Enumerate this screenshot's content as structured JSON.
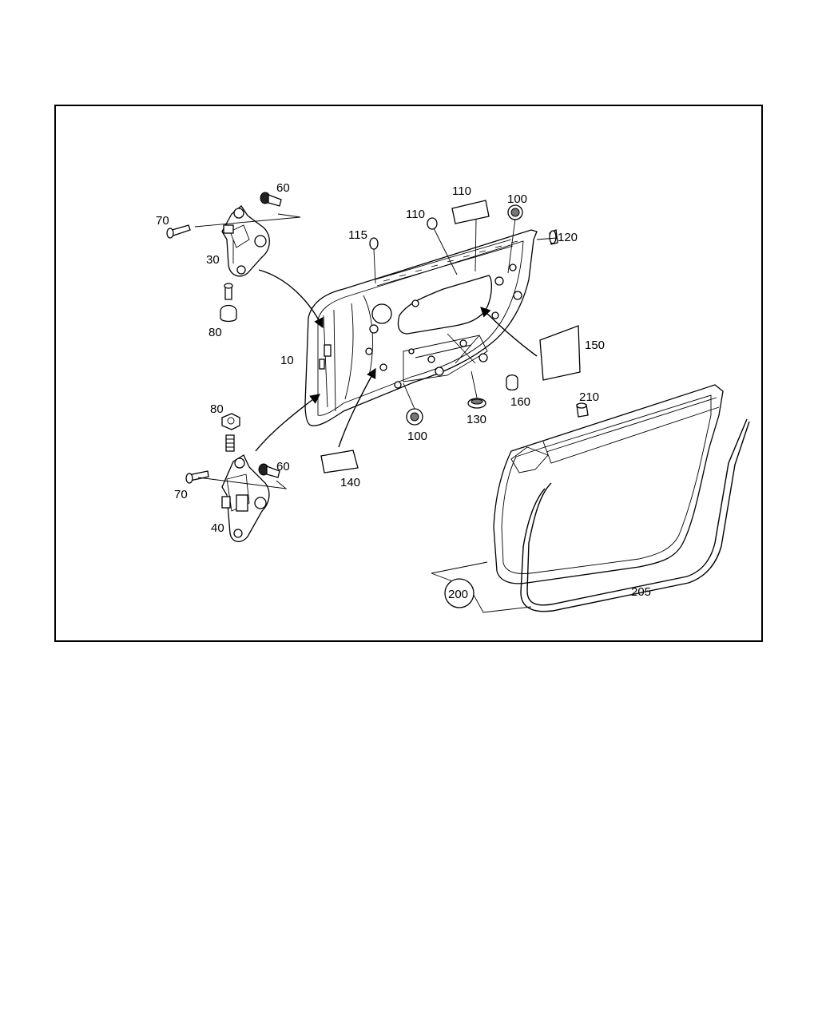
{
  "callouts": {
    "c10": "10",
    "c30": "30",
    "c40": "40",
    "c60_top": "60",
    "c60_bot": "60",
    "c70_top": "70",
    "c70_bot": "70",
    "c80_top": "80",
    "c80_bot": "80",
    "c100_top": "100",
    "c100_bot": "100",
    "c110_a": "110",
    "c110_b": "110",
    "c115": "115",
    "c120": "120",
    "c130": "130",
    "c140": "140",
    "c150": "150",
    "c160": "160",
    "c200": "200",
    "c205": "205",
    "c210": "210"
  },
  "icons": [
    "hinge-upper",
    "hinge-lower",
    "door-shell",
    "door-seal",
    "bolt",
    "plug",
    "insulation-pad"
  ]
}
